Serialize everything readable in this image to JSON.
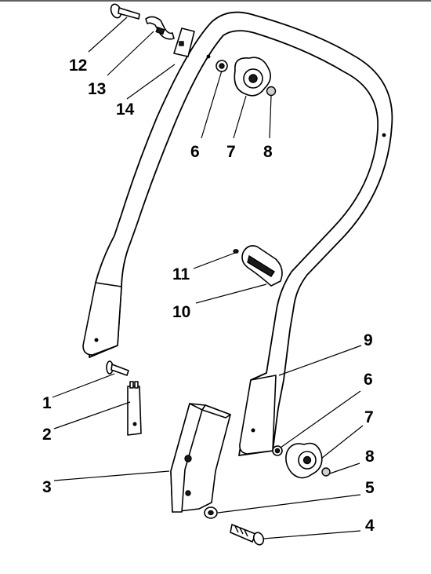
{
  "callouts": {
    "c1": "1",
    "c2": "2",
    "c3": "3",
    "c4": "4",
    "c5": "5",
    "c6a": "6",
    "c6b": "6",
    "c7a": "7",
    "c7b": "7",
    "c8a": "8",
    "c8b": "8",
    "c9": "9",
    "c10": "10",
    "c11": "11",
    "c12": "12",
    "c13": "13",
    "c14": "14"
  }
}
